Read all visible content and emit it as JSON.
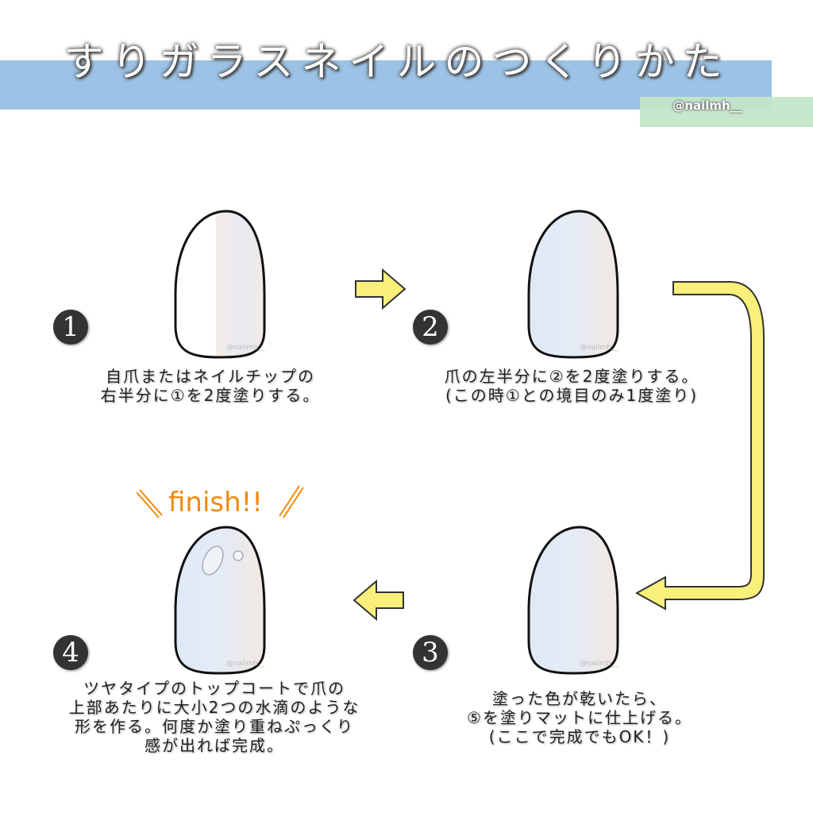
{
  "header": {
    "title": "すりガラスネイルのつくりかた",
    "credit": "@nailmh__"
  },
  "colors": {
    "band": "#9cc3e6",
    "credit_box": "#c3e6c9",
    "arrow": "#f8f07a",
    "finish": "#f08a10",
    "badge": "#333333"
  },
  "steps": [
    {
      "number": "1",
      "lines": [
        "自爪またはネイルチップの",
        "右半分に①を2度塗りする。"
      ],
      "watermark": "@nailmh__"
    },
    {
      "number": "2",
      "lines": [
        "爪の左半分に②を2度塗りする。",
        "(この時①との境目のみ1度塗り)"
      ],
      "watermark": "@nailmh__"
    },
    {
      "number": "3",
      "lines": [
        "塗った色が乾いたら、",
        "⑤を塗りマットに仕上げる。",
        "(ここで完成でもOK！)"
      ],
      "watermark": "@nailmh__"
    },
    {
      "number": "4",
      "lines": [
        "ツヤタイプのトップコートで爪の",
        "上部あたりに大小2つの水滴のような",
        "形を作る。何度か塗り重ねぷっくり",
        "感が出れば完成。"
      ],
      "watermark": "@nailmh__"
    }
  ],
  "finish_label": "finish!!"
}
